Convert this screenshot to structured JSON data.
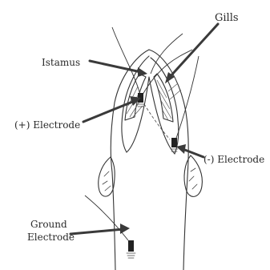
{
  "labels": {
    "gills": "Gills",
    "isthmus": "Istamus",
    "positive_electrode": "(+) Electrode",
    "negative_electrode": "(-) Electrode",
    "ground_electrode_line1": "Ground",
    "ground_electrode_line2": "Electrode"
  },
  "colors": {
    "ink": "#333333",
    "background": "#ffffff"
  }
}
